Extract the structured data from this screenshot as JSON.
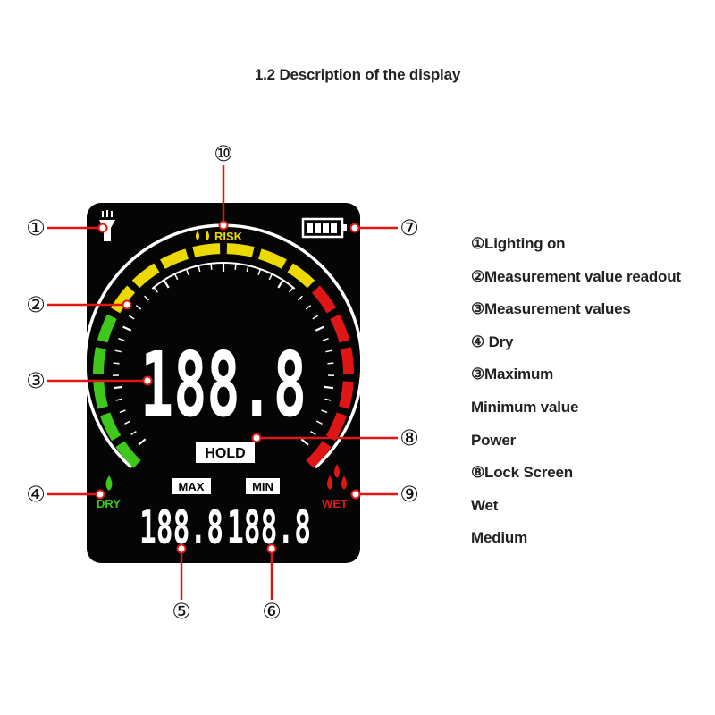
{
  "title": "1.2 Description of the display",
  "display": {
    "main_digits": "188.8",
    "max_digits": "188.8",
    "min_digits": "188.8",
    "hold_label": "HOLD",
    "max_label": "MAX",
    "min_label": "MIN",
    "risk_label": "RISK",
    "dry_label": "DRY",
    "wet_label": "WET"
  },
  "callouts": [
    "①",
    "②",
    "③",
    "④",
    "⑤",
    "⑥",
    "⑦",
    "⑧",
    "⑨",
    "⑩"
  ],
  "legend": [
    "①Lighting on",
    "②Measurement value readout",
    "③Measurement values",
    "④ Dry",
    "③Maximum",
    "Minimum value",
    "Power",
    "⑧Lock Screen",
    "Wet",
    "Medium"
  ],
  "colors": {
    "screen": "#050505",
    "green": "#3ec81c",
    "yellow": "#ecd900",
    "red": "#e01616",
    "white": "#ffffff",
    "callout_red": "#e01616"
  },
  "icons": [
    "flashlight-icon",
    "water-drops-icon",
    "battery-icon",
    "dry-drop-icon",
    "wet-drops-icon"
  ]
}
